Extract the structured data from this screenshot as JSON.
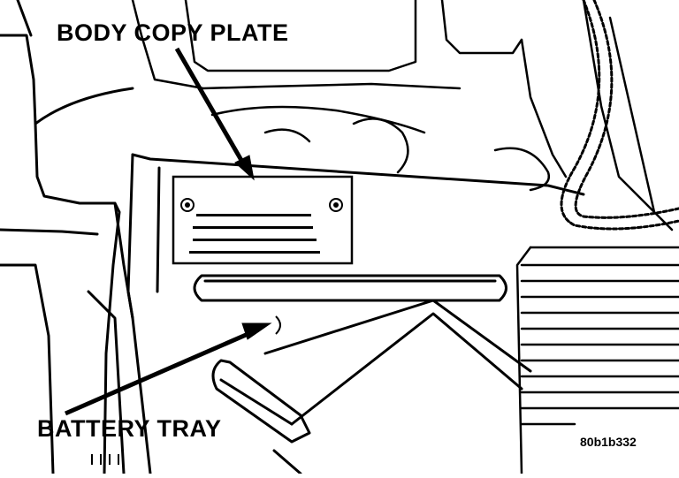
{
  "callouts": {
    "body_copy_plate": "BODY COPY PLATE",
    "battery_tray": "BATTERY TRAY"
  },
  "figure_code": "80b1b332"
}
